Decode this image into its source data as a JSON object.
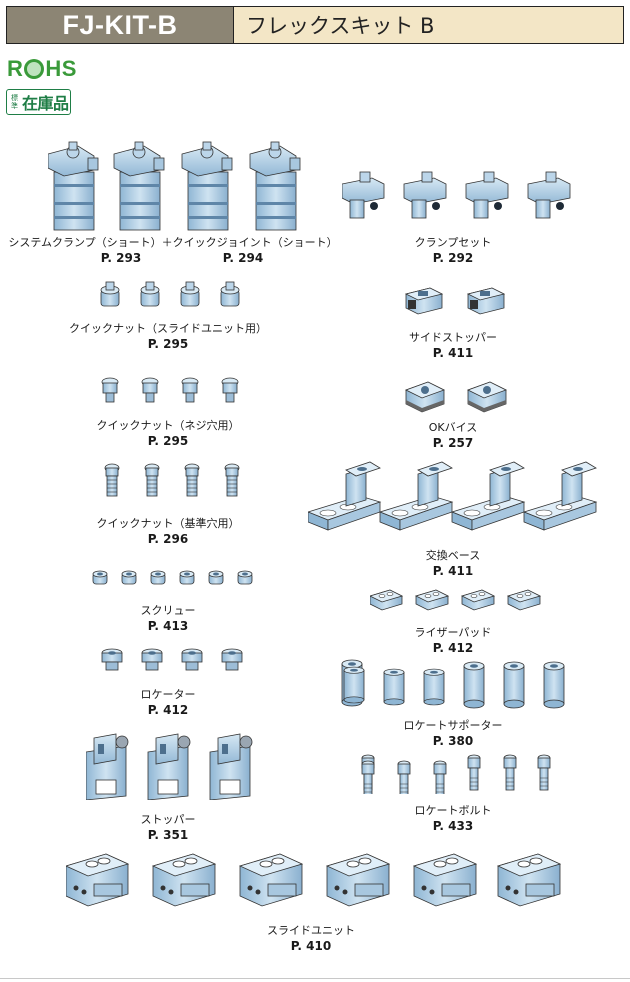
{
  "header": {
    "code": "FJ-KIT-B",
    "title": "フレックスキット B"
  },
  "badges": {
    "rohs": [
      "R",
      "HS"
    ],
    "stock_small": [
      "標",
      "準"
    ],
    "stock_big": "在庫品"
  },
  "items": {
    "system_clamp": {
      "label": "システムクランプ（ショート）＋クイックジョイント（ショート）",
      "page_a": "P. 293",
      "page_b": "P. 294"
    },
    "clamp_set": {
      "label": "クランプセット",
      "page": "P. 292"
    },
    "quick_nut_slide": {
      "label": "クイックナット（スライドユニット用）",
      "page": "P. 295"
    },
    "side_stopper": {
      "label": "サイドストッパー",
      "page": "P. 411"
    },
    "quick_nut_screw": {
      "label": "クイックナット（ネジ穴用）",
      "page": "P. 295"
    },
    "ok_vise": {
      "label": "OKバイス",
      "page": "P. 257"
    },
    "quick_nut_ref": {
      "label": "クイックナット（基準穴用）",
      "page": "P. 296"
    },
    "exchange_base": {
      "label": "交換ベース",
      "page": "P. 411"
    },
    "screw": {
      "label": "スクリュー",
      "page": "P. 413"
    },
    "riser_pad": {
      "label": "ライザーパッド",
      "page": "P. 412"
    },
    "locator": {
      "label": "ロケーター",
      "page": "P. 412"
    },
    "locate_supporter": {
      "label": "ロケートサポーター",
      "page": "P. 380"
    },
    "stopper": {
      "label": "ストッパー",
      "page": "P. 351"
    },
    "locate_bolt": {
      "label": "ロケートボルト",
      "page": "P. 433"
    },
    "slide_unit": {
      "label": "スライドユニット",
      "page": "P. 410"
    }
  }
}
